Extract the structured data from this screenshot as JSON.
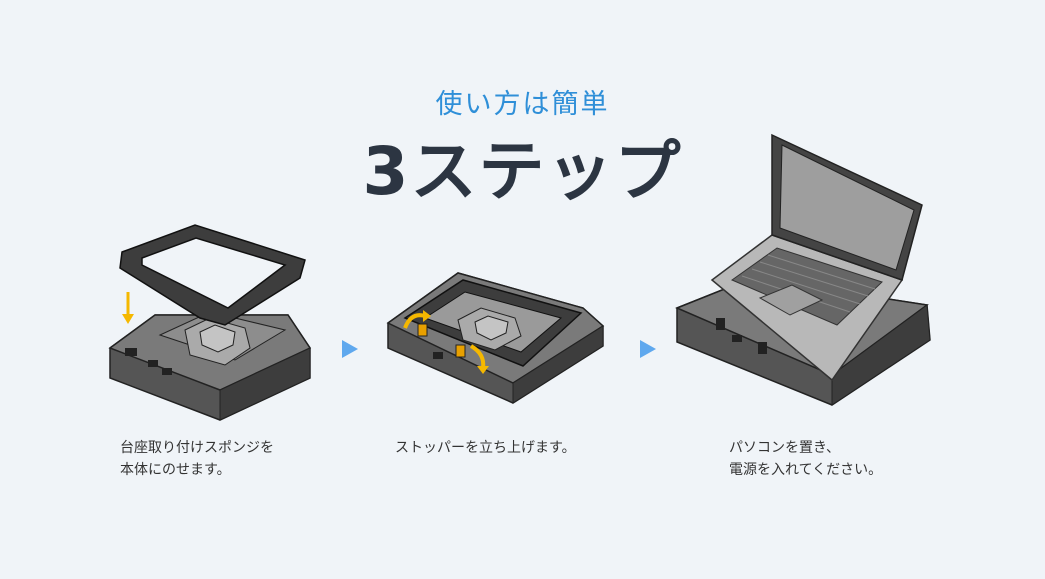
{
  "header": {
    "subtitle": "使い方は簡単",
    "title": "3ステップ"
  },
  "steps": [
    {
      "caption": "台座取り付けスポンジを\n本体にのせます。"
    },
    {
      "caption": "ストッパーを立ち上げます。"
    },
    {
      "caption": "パソコンを置き、\n電源を入れてください。"
    }
  ],
  "colors": {
    "accent": "#2f8fd8",
    "title": "#2c3542",
    "arrow": "#5fa8ee",
    "highlight": "#f5b800"
  }
}
